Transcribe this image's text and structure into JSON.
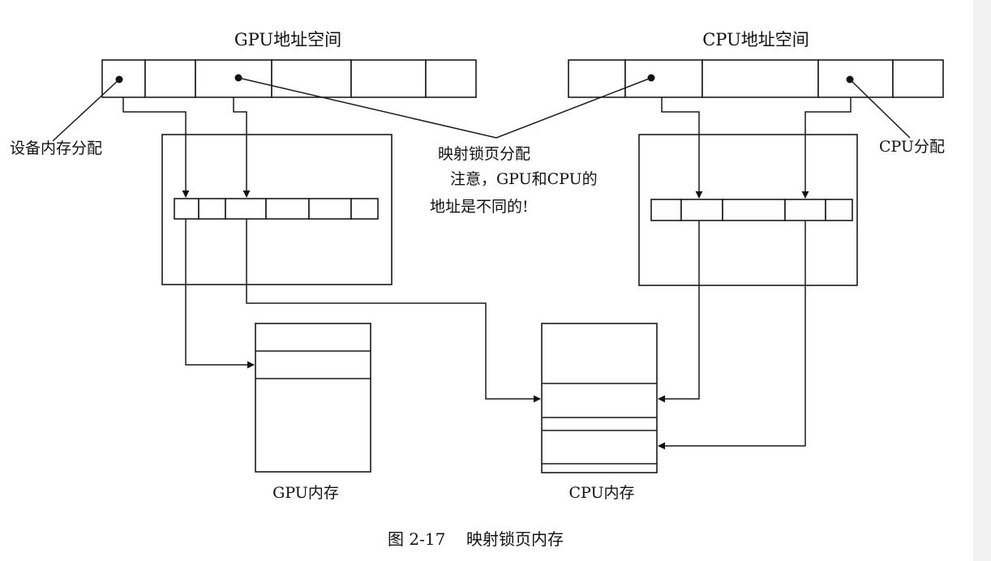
{
  "gpu_address_space": {
    "title": "GPU地址空间"
  },
  "cpu_address_space": {
    "title": "CPU地址空间"
  },
  "labels": {
    "device_alloc": "设备内存分配",
    "mapped_pinned": "映射锁页分配",
    "note_line1": "注意，GPU和CPU的",
    "note_line2": "地址是不同的!",
    "cpu_alloc": "CPU分配"
  },
  "memories": {
    "gpu": "GPU内存",
    "cpu": "CPU内存"
  },
  "caption": {
    "figure_no": "图 2-17",
    "title": "映射锁页内存"
  },
  "colors": {
    "stroke": "#1a1a1a",
    "background": "#ffffff"
  }
}
